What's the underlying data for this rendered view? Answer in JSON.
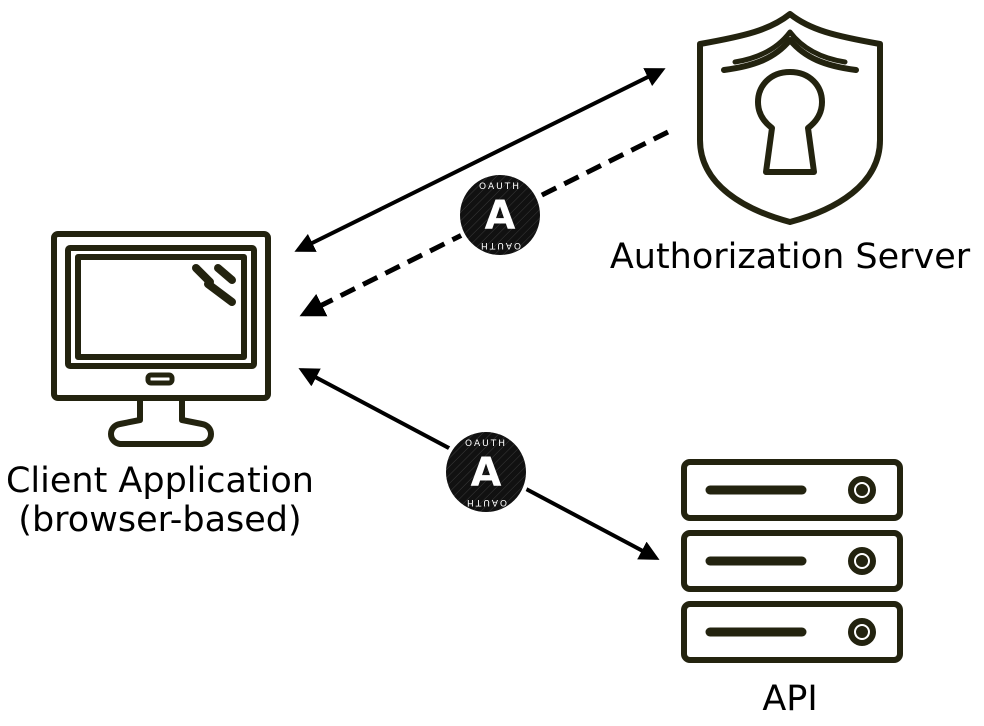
{
  "nodes": {
    "authorization_server": {
      "label": "Authorization Server"
    },
    "client": {
      "label_line1": "Client Application",
      "label_line2": "(browser-based)"
    },
    "api": {
      "label": "API"
    }
  },
  "badges": {
    "text_top": "OAUTH",
    "text_bottom": "OAUTH",
    "letter": "A"
  },
  "colors": {
    "stroke": "#23230f",
    "arrow": "#000000",
    "badge_bg": "#111111",
    "badge_ring": "#ffffff"
  },
  "icons": [
    "shield-keyhole-icon",
    "monitor-icon",
    "server-stack-icon",
    "oauth-badge-icon"
  ]
}
